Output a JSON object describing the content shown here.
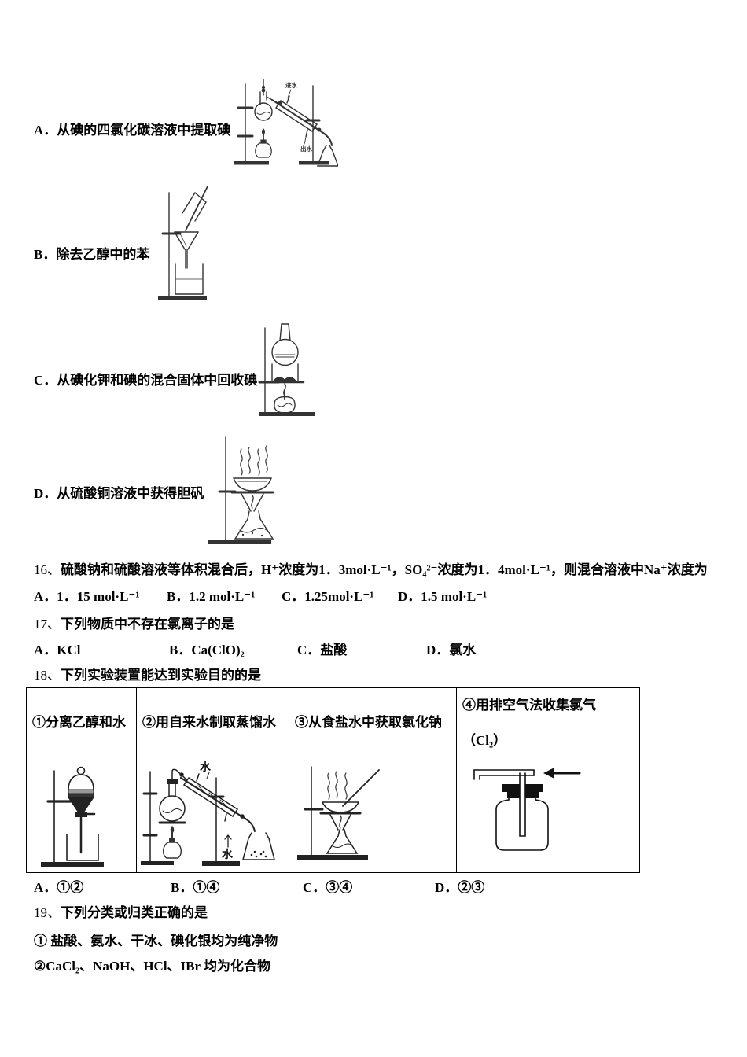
{
  "apparatus_question": {
    "options": [
      {
        "label": "A．",
        "text": "从碘的四氯化碳溶液中提取碘"
      },
      {
        "label": "B．",
        "text": "除去乙醇中的苯"
      },
      {
        "label": "C．",
        "text": "从碘化钾和碘的混合固体中回收碘"
      },
      {
        "label": "D．",
        "text": "从硫酸铜溶液中获得胆矾"
      }
    ],
    "diagram_labels": {
      "water_in": "进水",
      "water_out": "出水"
    }
  },
  "q16": {
    "number": "16、",
    "stem": "硫酸钠和硫酸溶液等体积混合后，H⁺浓度为1．3mol·L⁻¹，SO₄²⁻浓度为1．4mol·L⁻¹，则混合溶液中Na⁺浓度为",
    "options": [
      {
        "label": "A．",
        "text": "1．15 mol·L⁻¹"
      },
      {
        "label": "B．",
        "text": "1.2 mol·L⁻¹"
      },
      {
        "label": "C．",
        "text": "1.25mol·L⁻¹"
      },
      {
        "label": "D．",
        "text": "1.5 mol·L⁻¹"
      }
    ]
  },
  "q17": {
    "number": "17、",
    "stem": "下列物质中不存在氯离子的是",
    "options": [
      {
        "label": "A．",
        "text": "KCl"
      },
      {
        "label": "B．",
        "text": "Ca(ClO)₂"
      },
      {
        "label": "C．",
        "text": "盐酸"
      },
      {
        "label": "D．",
        "text": "氯水"
      }
    ]
  },
  "q18": {
    "number": "18、",
    "stem": "下列实验装置能达到实验目的的是",
    "table_headers": [
      "①分离乙醇和水",
      "②用自来水制取蒸馏水",
      "③从食盐水中获取氯化钠",
      "④用排空气法收集氯气（Cl₂）"
    ],
    "diagram_water_label": "水",
    "options": [
      {
        "label": "A．",
        "text": "①②"
      },
      {
        "label": "B．",
        "text": "①④"
      },
      {
        "label": "C．",
        "text": "③④"
      },
      {
        "label": "D．",
        "text": "②③"
      }
    ]
  },
  "q19": {
    "number": "19、",
    "stem": "下列分类或归类正确的是",
    "items": [
      "① 盐酸、氨水、干冰、碘化银均为纯净物",
      "②CaCl₂、NaOH、HCl、IBr 均为化合物"
    ]
  }
}
